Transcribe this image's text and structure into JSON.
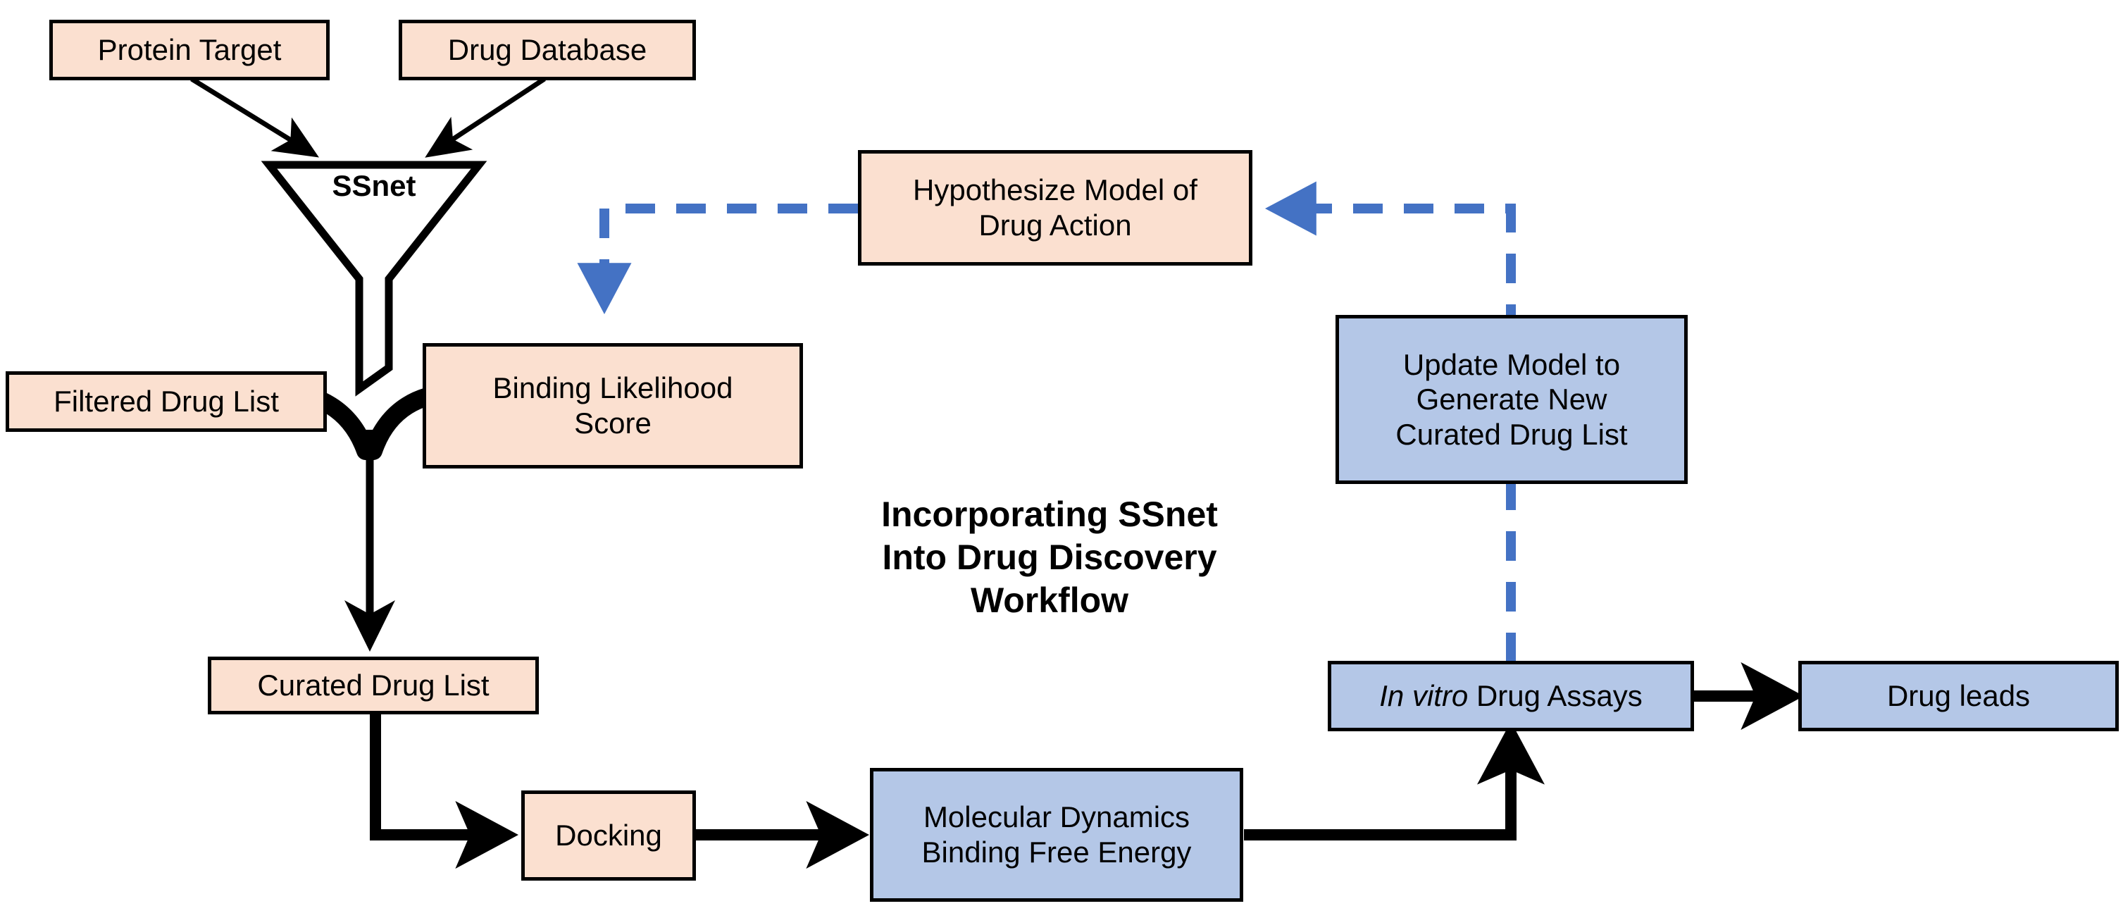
{
  "figure": {
    "title": "Incorporating SSnet\nInto Drug Discovery\nWorkflow",
    "title_lines": [
      "Incorporating SSnet",
      "Into Drug Discovery",
      "Workflow"
    ]
  },
  "colors": {
    "peach_fill": "#FBE0D0",
    "blue_fill": "#B4C7E7",
    "outline": "#000000",
    "dashed_arrow": "#4472C4",
    "solid_arrow": "#000000",
    "background": "#FFFFFF"
  },
  "nodes": {
    "protein_target": {
      "label": "Protein Target",
      "fill": "peach"
    },
    "drug_database": {
      "label": "Drug Database",
      "fill": "peach"
    },
    "ssnet_funnel": {
      "label": "SSnet",
      "shape": "funnel"
    },
    "filtered_drug_list": {
      "label": "Filtered Drug List",
      "fill": "peach"
    },
    "binding_likelihood_score": {
      "label": "Binding Likelihood\nScore",
      "fill": "peach"
    },
    "hypothesize_model": {
      "label": "Hypothesize Model of\nDrug Action",
      "fill": "peach"
    },
    "update_model": {
      "label": "Update Model to\nGenerate New\nCurated Drug List",
      "fill": "blue"
    },
    "curated_drug_list": {
      "label": "Curated Drug List",
      "fill": "peach"
    },
    "docking": {
      "label": "Docking",
      "fill": "peach"
    },
    "molecular_dynamics": {
      "label": "Molecular Dynamics\nBinding Free Energy",
      "fill": "blue"
    },
    "in_vitro_assays": {
      "label_italic": "In vitro",
      "label_rest": " Drug Assays",
      "fill": "blue"
    },
    "drug_leads": {
      "label": "Drug leads",
      "fill": "blue"
    }
  },
  "edges": [
    {
      "from": "protein_target",
      "to": "ssnet_funnel",
      "style": "solid",
      "color": "#000000"
    },
    {
      "from": "drug_database",
      "to": "ssnet_funnel",
      "style": "solid",
      "color": "#000000"
    },
    {
      "from": "ssnet_funnel",
      "to": "curated_drug_list",
      "style": "solid-merge",
      "color": "#000000"
    },
    {
      "from": "filtered_drug_list",
      "to": "curated_drug_list",
      "style": "solid-merge",
      "color": "#000000"
    },
    {
      "from": "binding_likelihood_score",
      "to": "curated_drug_list",
      "style": "solid-merge",
      "color": "#000000"
    },
    {
      "from": "hypothesize_model",
      "to": "binding_likelihood_score",
      "style": "dashed",
      "color": "#4472C4"
    },
    {
      "from": "update_model",
      "to": "hypothesize_model",
      "style": "dashed",
      "color": "#4472C4"
    },
    {
      "from": "in_vitro_assays",
      "to": "update_model",
      "style": "dashed",
      "color": "#4472C4"
    },
    {
      "from": "curated_drug_list",
      "to": "docking",
      "style": "solid",
      "color": "#000000"
    },
    {
      "from": "docking",
      "to": "molecular_dynamics",
      "style": "solid",
      "color": "#000000"
    },
    {
      "from": "molecular_dynamics",
      "to": "in_vitro_assays",
      "style": "solid",
      "color": "#000000"
    },
    {
      "from": "in_vitro_assays",
      "to": "drug_leads",
      "style": "solid",
      "color": "#000000"
    }
  ]
}
